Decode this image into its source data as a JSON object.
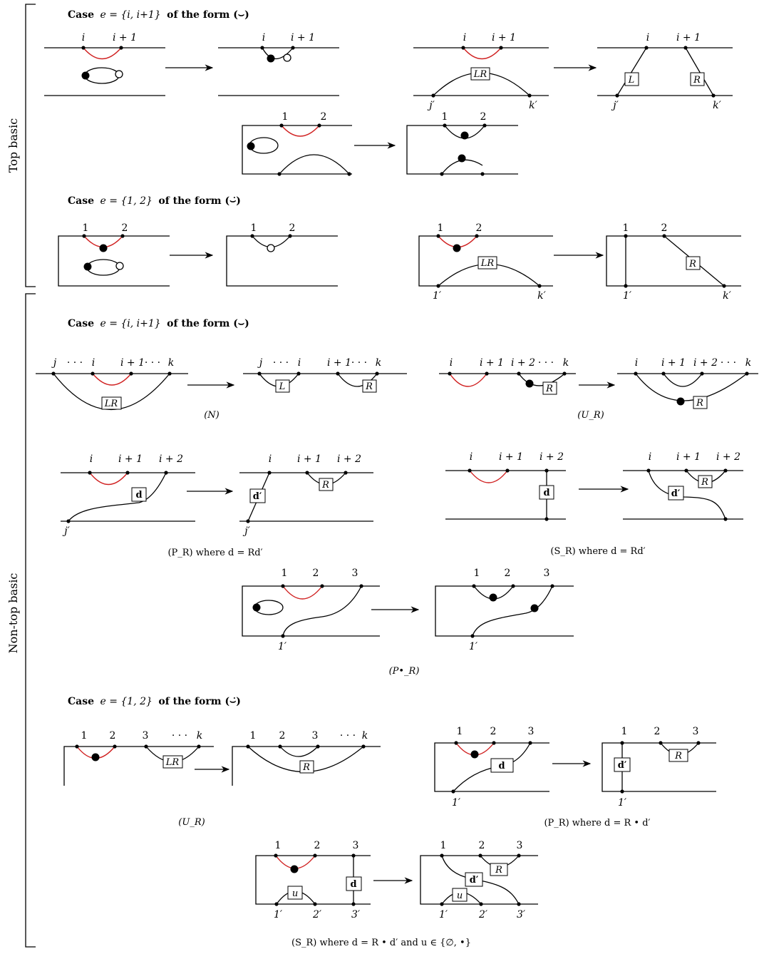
{
  "sections": {
    "top_basic": "Top basic",
    "non_top_basic": "Non-top basic"
  },
  "headings": {
    "h1_prefix": "Case",
    "h1_math": "e = {i, i+1}",
    "h1_suffix": "of the form (⌣)",
    "h2_prefix": "Case",
    "h2_math": "e = {1, 2}",
    "h2_suffix": "of the form (⌣̇)",
    "h3_prefix": "Case",
    "h3_math": "e = {i, i+1}",
    "h3_suffix": "of the form (⌣)",
    "h4_prefix": "Case",
    "h4_math": "e = {1, 2}",
    "h4_suffix": "of the form (⌣̇)"
  },
  "captions": {
    "N": "(N)",
    "U_R_1": "(U_R)",
    "P_R_1": "(P_R) where d = Rd′",
    "S_R_1": "(S_R) where d = Rd′",
    "P_R_dot": "(P•_R)",
    "U_R_2": "(U_R)",
    "P_R_2": "(P_R) where d = R • d′",
    "S_R_2": "(S_R) where d = R • d′ and u ∈ {∅, •}"
  },
  "labels": {
    "i": "i",
    "i1": "i + 1",
    "i2": "i + 2",
    "j": "j",
    "k": "k",
    "jp": "j′",
    "kp": "k′",
    "one": "1",
    "two": "2",
    "three": "3",
    "onep": "1′",
    "twop": "2′",
    "threep": "3′",
    "dots": "· · ·",
    "LR": "LR",
    "L": "L",
    "R": "R",
    "d": "d",
    "dp": "d′",
    "u": "u"
  }
}
